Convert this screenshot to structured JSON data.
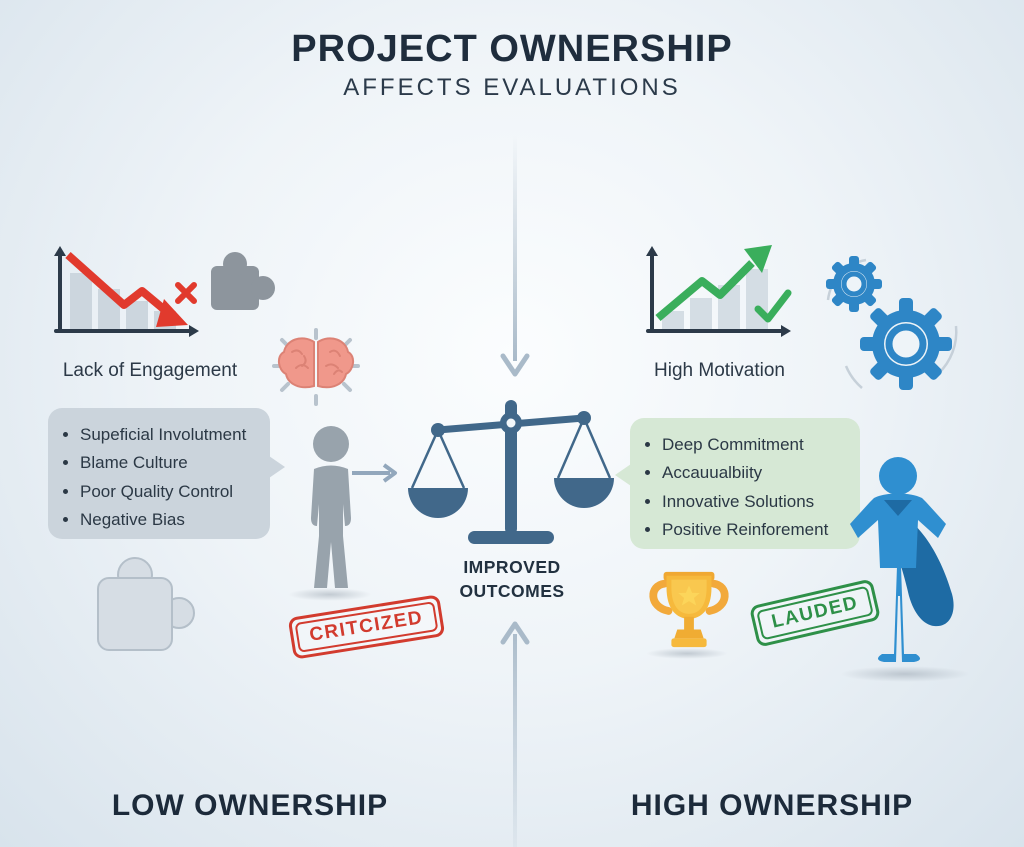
{
  "title": {
    "line1": "PROJECT OWNERSHIP",
    "line2": "AFFECTS EVALUATIONS"
  },
  "center": {
    "outcome_line1": "IMPROVED",
    "outcome_line2": "OUTCOMES"
  },
  "left": {
    "chart_caption": "Lack of Engagement",
    "bullets": [
      "Supeficial Involutment",
      "Blame Culture",
      "Poor Quality Control",
      "Negative Bias"
    ],
    "stamp": "CRITCIZED",
    "footer": "LOW OWNERSHIP"
  },
  "right": {
    "chart_caption": "High Motivation",
    "bullets": [
      "Deep Commitment",
      "Accauualbiity",
      "Innovative Solutions",
      "Positive Reinforement"
    ],
    "stamp": "LAUDED",
    "footer": "HIGH OWNERSHIP"
  },
  "colors": {
    "title_text": "#1f2d3d",
    "negative_red": "#e13a2d",
    "positive_green": "#3aae5c",
    "stamp_red": "#d23b2e",
    "stamp_green": "#2e9048",
    "scale_blue": "#41688a",
    "gear_blue": "#2e86c6",
    "hero_blue": "#2f8fd0",
    "hero_cape_blue": "#1e6ba4",
    "trophy_gold": "#f6b93c",
    "person_gray": "#98a3ac",
    "bubble_gray": "#cbd4dc",
    "bubble_green": "#d6e8d5",
    "arrow_gray": "#a9bac9"
  }
}
